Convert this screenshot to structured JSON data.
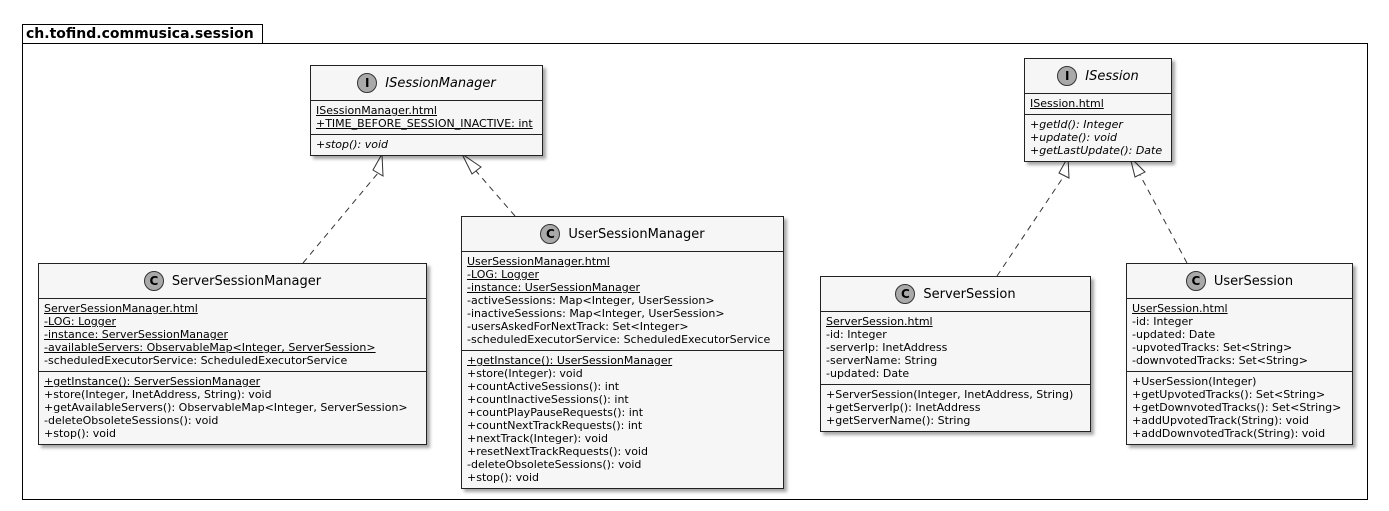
{
  "package": {
    "name": "ch.tofind.commusica.session"
  },
  "classes": {
    "isessionmanager": {
      "kind": "I",
      "name": "ISessionManager",
      "abstract_name": true,
      "fields": [
        {
          "text": "ISessionManager.html",
          "static": true
        },
        {
          "text": "+TIME_BEFORE_SESSION_INACTIVE: int",
          "static": true
        }
      ],
      "methods": [
        {
          "text": "+stop(): void",
          "abstract": true
        }
      ]
    },
    "isession": {
      "kind": "I",
      "name": "ISession",
      "abstract_name": true,
      "fields": [
        {
          "text": "ISession.html",
          "static": true
        }
      ],
      "methods": [
        {
          "text": "+getId(): Integer",
          "abstract": true
        },
        {
          "text": "+update(): void",
          "abstract": true
        },
        {
          "text": "+getLastUpdate(): Date",
          "abstract": true
        }
      ]
    },
    "serversessionmanager": {
      "kind": "C",
      "name": "ServerSessionManager",
      "abstract_name": false,
      "fields": [
        {
          "text": "ServerSessionManager.html",
          "static": true
        },
        {
          "text": "-LOG: Logger",
          "static": true
        },
        {
          "text": "-instance: ServerSessionManager",
          "static": true
        },
        {
          "text": "-availableServers: ObservableMap<Integer, ServerSession>",
          "static": true
        },
        {
          "text": "-scheduledExecutorService: ScheduledExecutorService",
          "static": false
        }
      ],
      "methods": [
        {
          "text": "+getInstance(): ServerSessionManager",
          "static": true
        },
        {
          "text": "+store(Integer, InetAddress, String): void",
          "static": false
        },
        {
          "text": "+getAvailableServers(): ObservableMap<Integer, ServerSession>",
          "static": false
        },
        {
          "text": "-deleteObsoleteSessions(): void",
          "static": false
        },
        {
          "text": "+stop(): void",
          "static": false
        }
      ]
    },
    "usersessionmanager": {
      "kind": "C",
      "name": "UserSessionManager",
      "abstract_name": false,
      "fields": [
        {
          "text": "UserSessionManager.html",
          "static": true
        },
        {
          "text": "-LOG: Logger",
          "static": true
        },
        {
          "text": "-instance: UserSessionManager",
          "static": true
        },
        {
          "text": "-activeSessions: Map<Integer, UserSession>",
          "static": false
        },
        {
          "text": "-inactiveSessions: Map<Integer, UserSession>",
          "static": false
        },
        {
          "text": "-usersAskedForNextTrack: Set<Integer>",
          "static": false
        },
        {
          "text": "-scheduledExecutorService: ScheduledExecutorService",
          "static": false
        }
      ],
      "methods": [
        {
          "text": "+getInstance(): UserSessionManager",
          "static": true
        },
        {
          "text": "+store(Integer): void",
          "static": false
        },
        {
          "text": "+countActiveSessions(): int",
          "static": false
        },
        {
          "text": "+countInactiveSessions(): int",
          "static": false
        },
        {
          "text": "+countPlayPauseRequests(): int",
          "static": false
        },
        {
          "text": "+countNextTrackRequests(): int",
          "static": false
        },
        {
          "text": "+nextTrack(Integer): void",
          "static": false
        },
        {
          "text": "+resetNextTrackRequests(): void",
          "static": false
        },
        {
          "text": "-deleteObsoleteSessions(): void",
          "static": false
        },
        {
          "text": "+stop(): void",
          "static": false
        }
      ]
    },
    "serversession": {
      "kind": "C",
      "name": "ServerSession",
      "abstract_name": false,
      "fields": [
        {
          "text": "ServerSession.html",
          "static": true
        },
        {
          "text": "-id: Integer",
          "static": false
        },
        {
          "text": "-serverIp: InetAddress",
          "static": false
        },
        {
          "text": "-serverName: String",
          "static": false
        },
        {
          "text": "-updated: Date",
          "static": false
        }
      ],
      "methods": [
        {
          "text": "+ServerSession(Integer, InetAddress, String)",
          "static": false
        },
        {
          "text": "+getServerIp(): InetAddress",
          "static": false
        },
        {
          "text": "+getServerName(): String",
          "static": false
        }
      ]
    },
    "usersession": {
      "kind": "C",
      "name": "UserSession",
      "abstract_name": false,
      "fields": [
        {
          "text": "UserSession.html",
          "static": true
        },
        {
          "text": "-id: Integer",
          "static": false
        },
        {
          "text": "-updated: Date",
          "static": false
        },
        {
          "text": "-upvotedTracks: Set<String>",
          "static": false
        },
        {
          "text": "-downvotedTracks: Set<String>",
          "static": false
        }
      ],
      "methods": [
        {
          "text": "+UserSession(Integer)",
          "static": false
        },
        {
          "text": "+getUpvotedTracks(): Set<String>",
          "static": false
        },
        {
          "text": "+getDownvotedTracks(): Set<String>",
          "static": false
        },
        {
          "text": "+addUpvotedTrack(String): void",
          "static": false
        },
        {
          "text": "+addDownvotedTrack(String): void",
          "static": false
        }
      ]
    }
  },
  "relations": [
    {
      "type": "realization",
      "from": "serversessionmanager",
      "to": "isessionmanager"
    },
    {
      "type": "realization",
      "from": "usersessionmanager",
      "to": "isessionmanager"
    },
    {
      "type": "realization",
      "from": "serversession",
      "to": "isession"
    },
    {
      "type": "realization",
      "from": "usersession",
      "to": "isession"
    }
  ]
}
